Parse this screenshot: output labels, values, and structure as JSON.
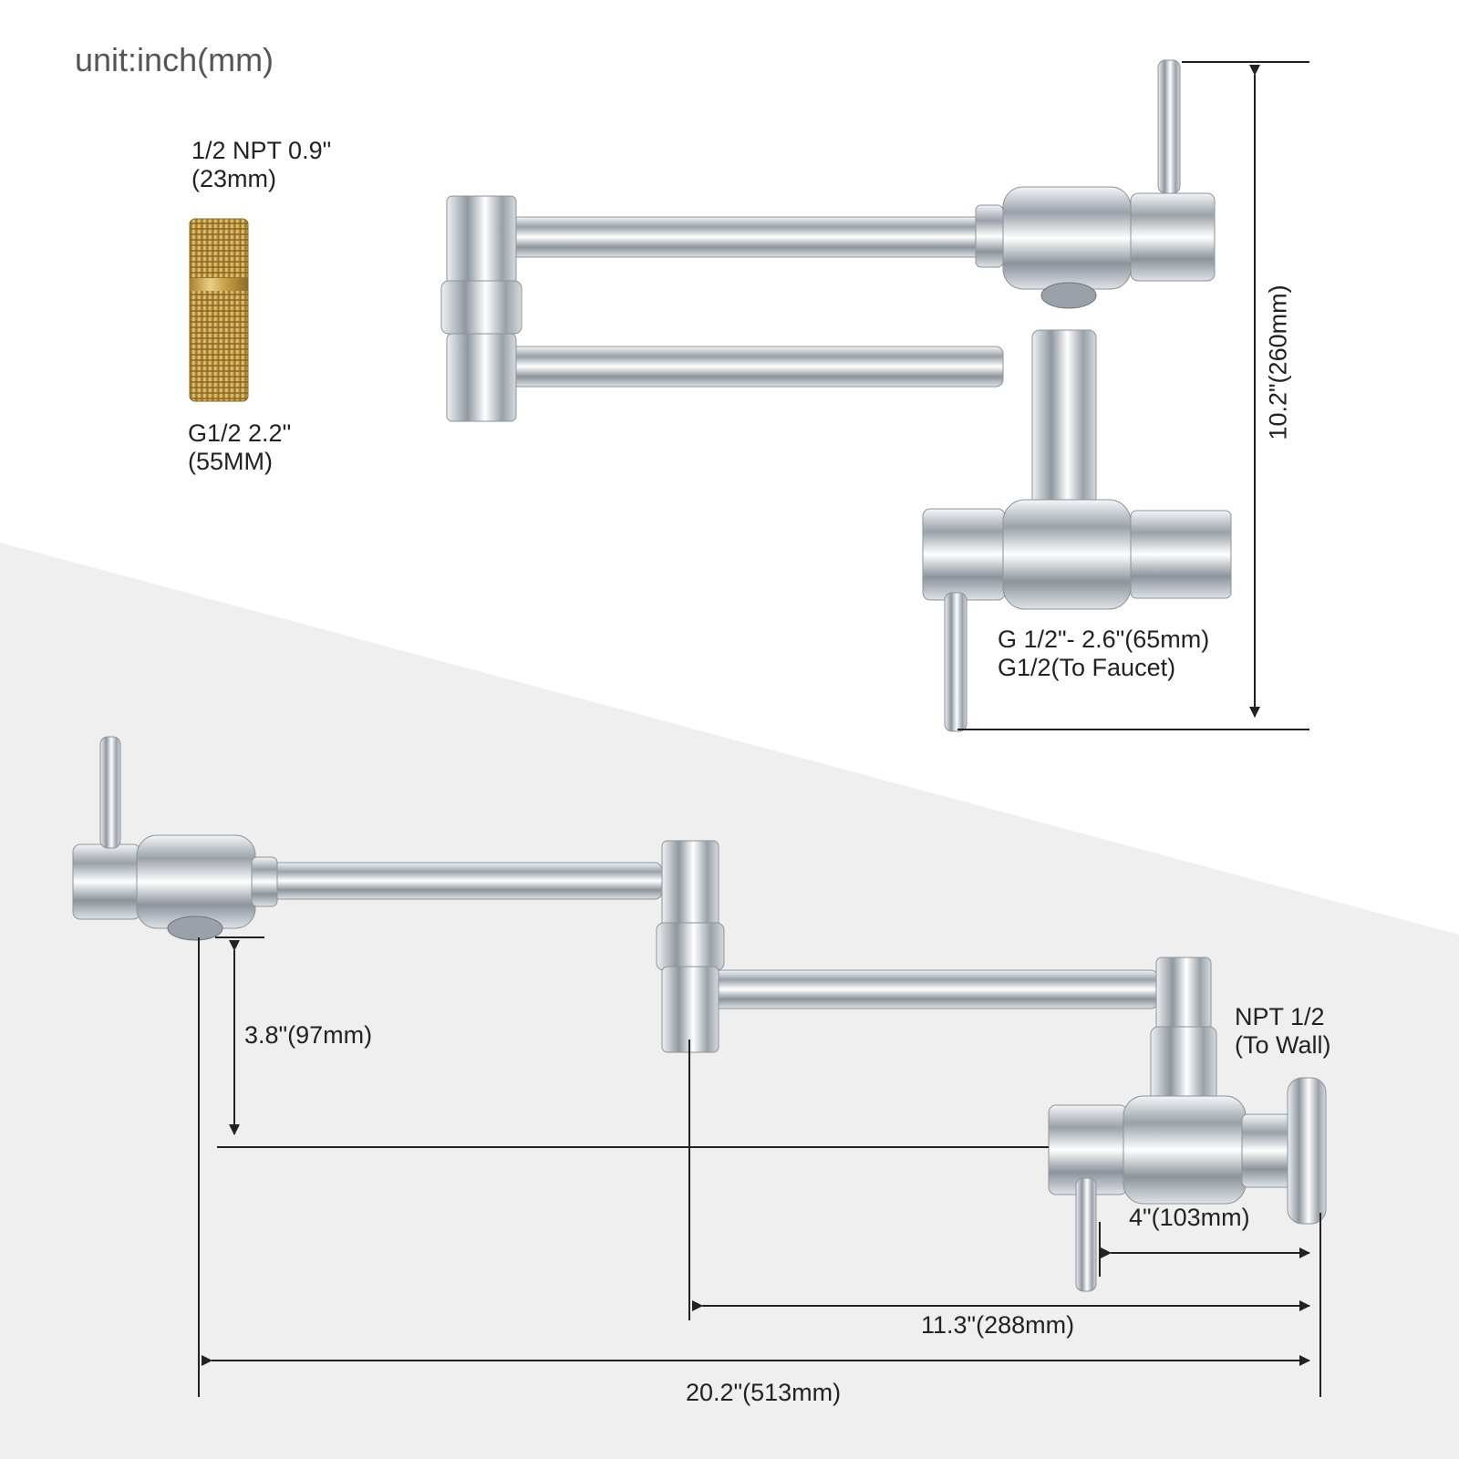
{
  "unit_label": "unit:inch(mm)",
  "nipple": {
    "top_line1": "1/2 NPT  0.9\"",
    "top_line2": "(23mm)",
    "bottom_line1": "G1/2    2.2\"",
    "bottom_line2": "(55MM)"
  },
  "folded": {
    "height_dim": "10.2\"(260mm)",
    "outlet_line1": "G 1/2\"- 2.6\"(65mm)",
    "outlet_line2": "G1/2(To Faucet)"
  },
  "extended": {
    "drop_dim": "3.8\"(97mm)",
    "wall_line1": "NPT 1/2",
    "wall_line2": "(To Wall)",
    "flange_dim": "4\"(103mm)",
    "mid_dim": "11.3\"(288mm)",
    "total_dim": "20.2\"(513mm)"
  },
  "colors": {
    "chrome": "#c9ced4",
    "chrome_dark": "#7d858e",
    "brass": "#c9a24a",
    "background_lower": "#efefef",
    "dimension_line": "#222222"
  }
}
